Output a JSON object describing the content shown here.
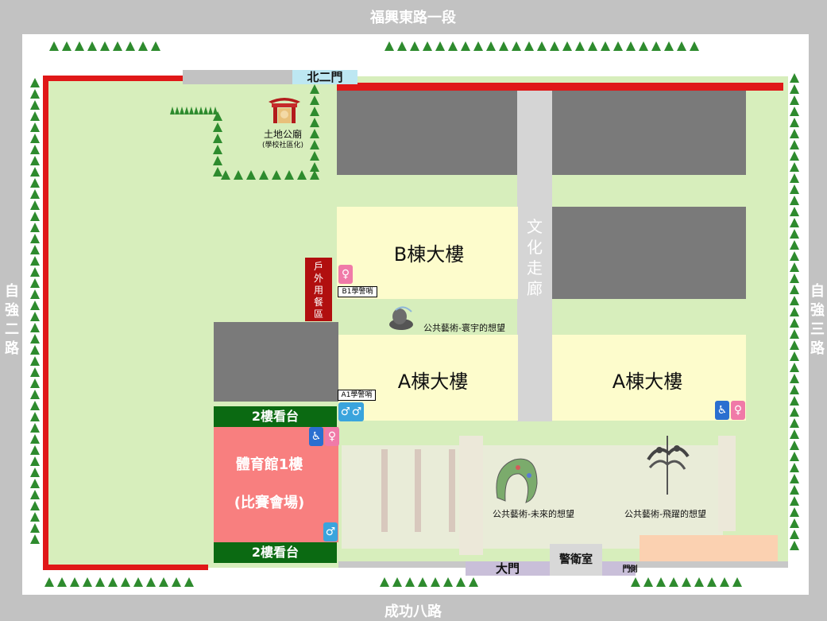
{
  "streets": {
    "top": "福興東路一段",
    "bottom": "成功八路",
    "left": "自強二路",
    "right": "自強三路"
  },
  "gates": {
    "north2": "北二門",
    "main": "大門",
    "side": "側門",
    "guard": "警衛室"
  },
  "buildings": {
    "b": "B棟大樓",
    "a_left": "A棟大樓",
    "a_right": "A棟大樓",
    "gym_line1": "體育館1樓",
    "gym_line2": "(比賽會場)",
    "stand_top": "2樓看台",
    "stand_bottom": "2樓看台",
    "corridor": "文化走廊",
    "dining": "戶外用餐區"
  },
  "labels": {
    "temple": "土地公廟",
    "temple_sub": "(學校社區化)",
    "b1_guard": "B1學警哨",
    "a1_guard": "A1學警哨",
    "art1": "公共藝術-寰宇的想望",
    "art2": "公共藝術-未來的想望",
    "art3": "公共藝術-飛躍的想望"
  },
  "icons": {
    "female": "female-restroom-icon",
    "male": "male-restroom-icon",
    "accessible": "wheelchair-icon",
    "tree": "tree-icon",
    "temple": "temple-icon"
  },
  "colors": {
    "street": "#c2c2c2",
    "lawn": "#d7eebc",
    "building": "#7a7a7a",
    "highlight": "#fdfccc",
    "gym": "#f87f7f",
    "stand": "#0b6a12",
    "boundary": "#e01818",
    "dining": "#b10f0f"
  }
}
